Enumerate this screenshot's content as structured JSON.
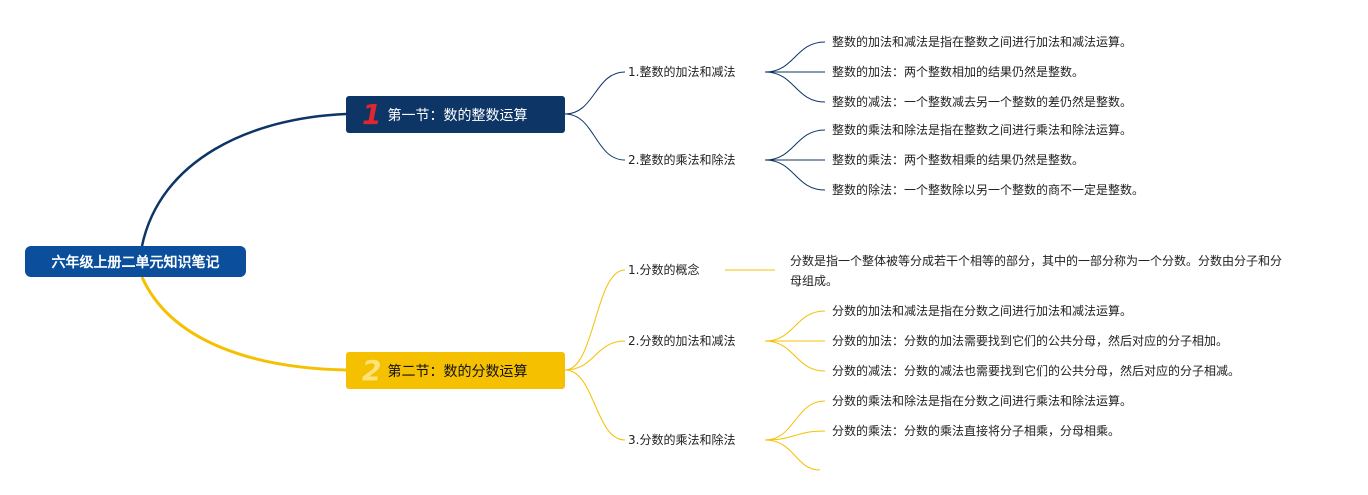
{
  "root": {
    "title": "六年级上册二单元知识笔记"
  },
  "sections": [
    {
      "num": "1",
      "title": "第一节：数的整数运算",
      "color": "#0d3566",
      "line_color": "#0d3566",
      "badge_color": "#e0262f",
      "topics": [
        {
          "label": "1.整数的加法和减法",
          "items": [
            "整数的加法和减法是指在整数之间进行加法和减法运算。",
            "整数的加法：两个整数相加的结果仍然是整数。",
            "整数的减法：一个整数减去另一个整数的差仍然是整数。"
          ]
        },
        {
          "label": "2.整数的乘法和除法",
          "items": [
            "整数的乘法和除法是指在整数之间进行乘法和除法运算。",
            "整数的乘法：两个整数相乘的结果仍然是整数。",
            "整数的除法：一个整数除以另一个整数的商不一定是整数。"
          ]
        }
      ]
    },
    {
      "num": "2",
      "title": "第二节：数的分数运算",
      "color": "#f5c000",
      "line_color": "#f5c000",
      "badge_color": "#ffe27a",
      "topics": [
        {
          "label": "1.分数的概念",
          "items": [
            "分数是指一个整体被等分成若干个相等的部分，其中的一部分称为一个分数。分数由分子和分母组成。"
          ]
        },
        {
          "label": "2.分数的加法和减法",
          "items": [
            "分数的加法和减法是指在分数之间进行加法和减法运算。",
            "分数的加法：分数的加法需要找到它们的公共分母，然后对应的分子相加。",
            "分数的减法：分数的减法也需要找到它们的公共分母，然后对应的分子相减。"
          ]
        },
        {
          "label": "3.分数的乘法和除法",
          "items": [
            "分数的乘法和除法是指在分数之间进行乘法和除法运算。",
            "分数的乘法：分数的乘法直接将分子相乘，分母相乘。",
            ""
          ]
        }
      ]
    }
  ]
}
